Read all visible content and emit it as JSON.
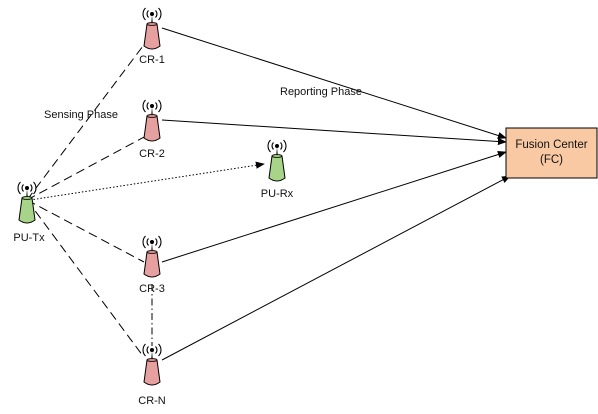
{
  "diagram": {
    "nodes": {
      "cr1": {
        "label": "CR-1",
        "color": "#e6a0a0"
      },
      "cr2": {
        "label": "CR-2",
        "color": "#e6a0a0"
      },
      "cr3": {
        "label": "CR-3",
        "color": "#e6a0a0"
      },
      "crn": {
        "label": "CR-N",
        "color": "#e6a0a0"
      },
      "purx": {
        "label": "PU-Rx",
        "color": "#a8d48a"
      },
      "putx": {
        "label": "PU-Tx",
        "color": "#a8d48a"
      },
      "fc": {
        "line1": "Fusion Center",
        "line2": "(FC)",
        "color": "#f9c9a3"
      }
    },
    "annotations": {
      "sensing": "Sensing Phase",
      "reporting": "Reporting Phase"
    }
  }
}
